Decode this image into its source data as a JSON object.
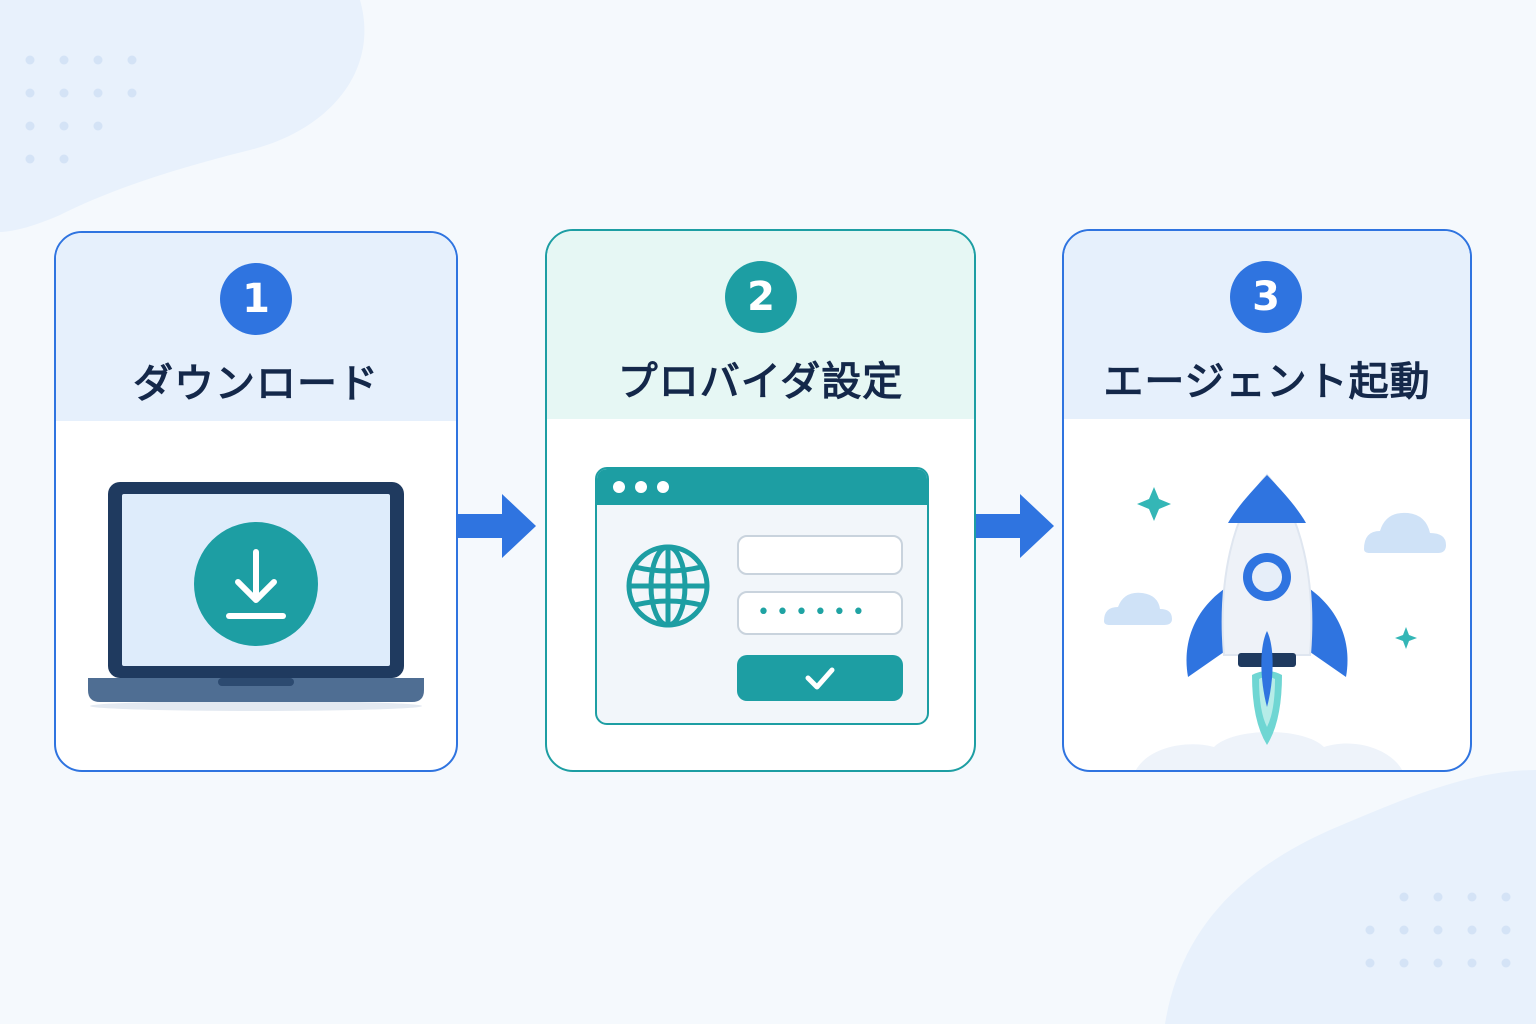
{
  "colors": {
    "blue": "#2f74e0",
    "teal": "#1d9ea3",
    "navy": "#14284a",
    "light_blue": "#e6f0fc",
    "light_teal": "#e6f7f4"
  },
  "steps": [
    {
      "number": "1",
      "title": "ダウンロード",
      "icon": "laptop-download-icon"
    },
    {
      "number": "2",
      "title": "プロバイダ設定",
      "icon": "settings-form-icon"
    },
    {
      "number": "3",
      "title": "エージェント起動",
      "icon": "rocket-icon"
    }
  ],
  "form": {
    "password_mask": "••••••"
  }
}
